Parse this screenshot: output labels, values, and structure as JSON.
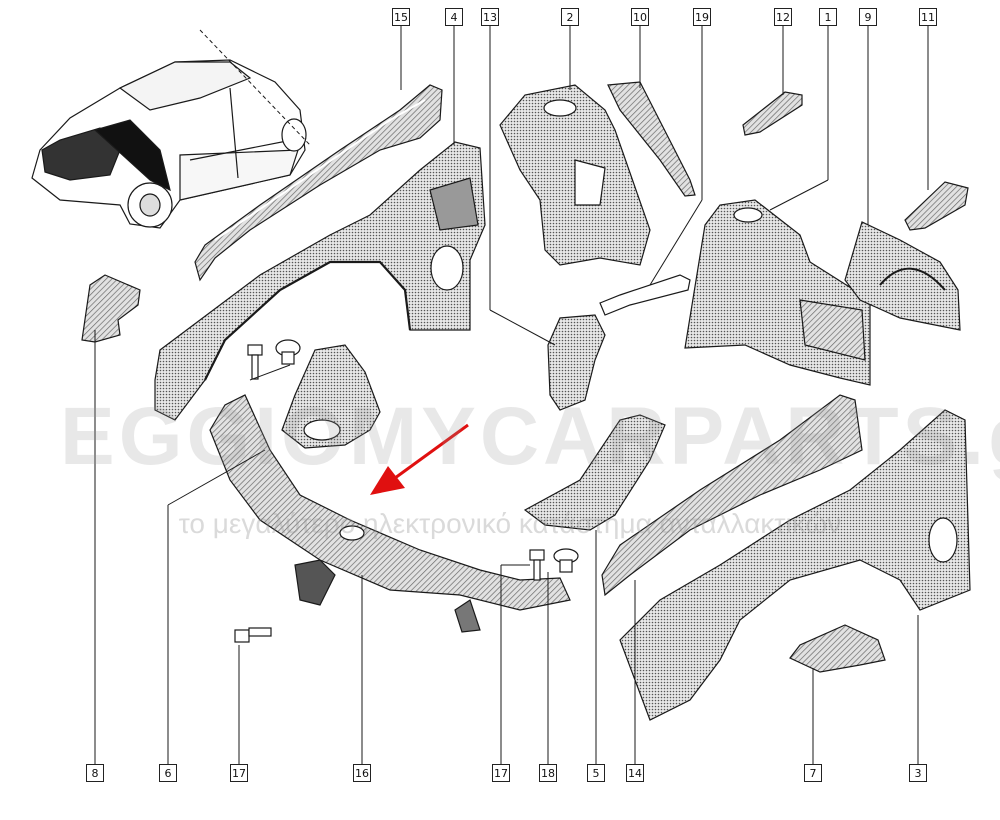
{
  "callouts": {
    "top": [
      "15",
      "4",
      "13",
      "2",
      "10",
      "19",
      "12",
      "1",
      "9",
      "11"
    ],
    "bottom": [
      "8",
      "6",
      "17",
      "16",
      "17",
      "18",
      "5",
      "14",
      "7",
      "3"
    ]
  },
  "watermark": {
    "logo_text": "EGGIOMYCARPARTS.gr",
    "tagline": "το μεγαλύτερο ηλεκτρονικό κατάστημα ανταλλακτικών"
  },
  "colors": {
    "line": "#1a1a1a",
    "part_fill": "#d6d6d6",
    "part_dark": "#3a3a3a",
    "arrow": "#e01010"
  },
  "arrow": {
    "icon": "red-arrow-icon"
  }
}
